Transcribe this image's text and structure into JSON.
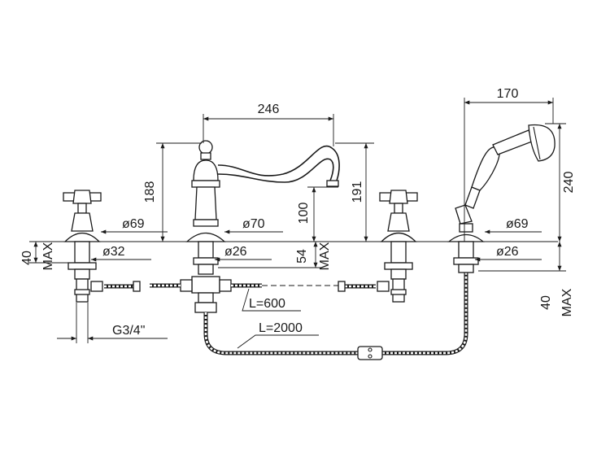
{
  "dimensions": {
    "spout_reach": "246",
    "shower_reach": "170",
    "spout_height": "188",
    "spout_total_height": "191",
    "spout_outlet_height": "100",
    "shower_height": "240",
    "handle_left_flange": "ø69",
    "spout_flange": "ø70",
    "handle_right_flange": "ø69",
    "deck_thickness_left": "40",
    "deck_thickness_left_max": "MAX",
    "left_shank": "ø32",
    "spout_shank": "ø26",
    "spout_under_deck": "54",
    "spout_under_deck_max": "MAX",
    "shower_shank": "ø26",
    "shower_under_deck": "40",
    "shower_under_deck_max": "MAX",
    "inlet_thread": "G3/4\"",
    "hose_short": "L=600",
    "hose_shower": "L=2000"
  }
}
